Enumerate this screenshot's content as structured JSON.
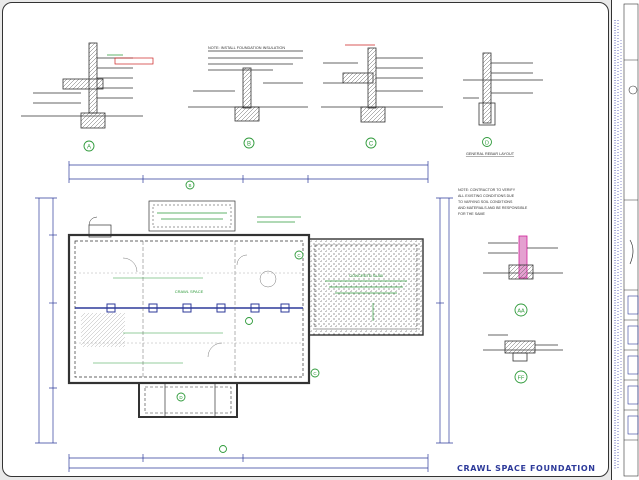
{
  "sheet": {
    "title": "CRAWL SPACE FOUNDATION"
  },
  "details": {
    "markers": [
      "A",
      "B",
      "C",
      "D"
    ],
    "d_caption": "GENERAL REBAR LAYOUT",
    "note_b": "NOTE: INSTALL FOUNDATION INSULATION",
    "right_markers": [
      "AA",
      "FF"
    ],
    "contractor_note": "NOTE: CONTRACTOR TO VERIFY ALL EXISTING CONDITIONS DUE TO VARYING SOIL CONDITIONS AND MATERIALS AND BE RESPONSIBLE FOR THE SAME"
  },
  "plan": {
    "crawl_label": "CRAWL SPACE",
    "slab_label": "CONCRETE SLAB",
    "marker_labels": [
      "B",
      "C",
      "C",
      "D"
    ]
  },
  "colors": {
    "ink": "#333333",
    "blue": "#2d3a9a",
    "green": "#2e9a3a",
    "red": "#cc2222",
    "magenta": "#d0209a"
  }
}
